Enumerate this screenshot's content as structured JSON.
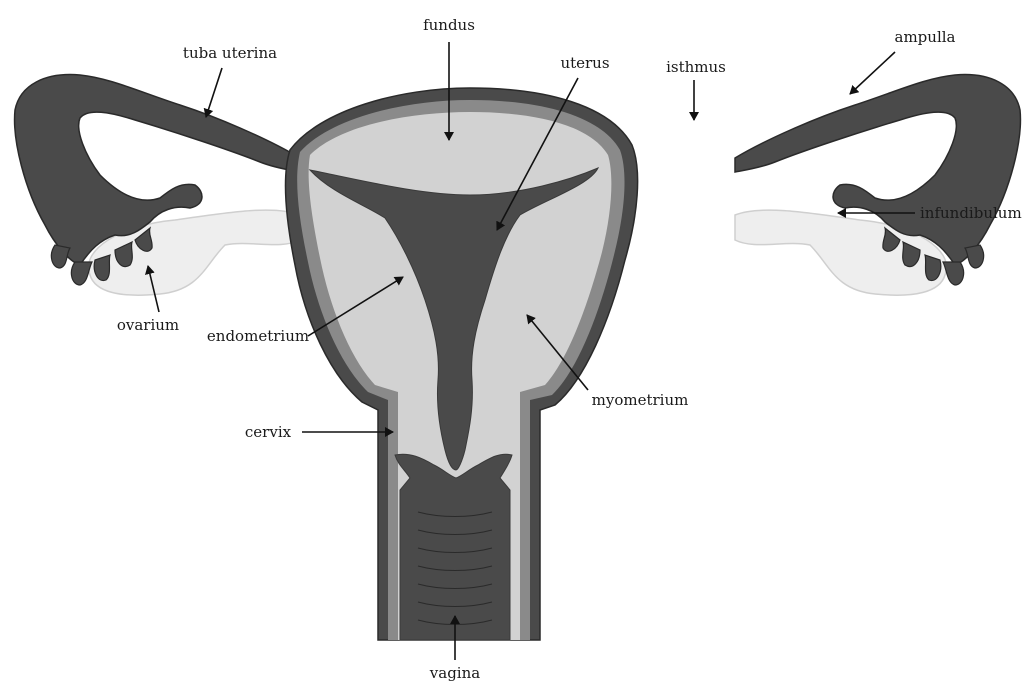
{
  "diagram": {
    "labels": {
      "fundus": "fundus",
      "tuba_uterina": "tuba uterina",
      "uterus": "uterus",
      "isthmus": "isthmus",
      "ampulla": "ampulla",
      "infundibulum": "infundibulum",
      "ovarium": "ovarium",
      "endometrium": "endometrium",
      "myometrium": "myometrium",
      "cervix": "cervix",
      "vagina": "vagina"
    },
    "colors": {
      "dark_tissue": "#4a4a4a",
      "mid_tissue": "#8a8a8a",
      "light_tissue": "#d2d2d2",
      "ovary": "#eeeeee",
      "outline": "#2a2a2a"
    }
  }
}
